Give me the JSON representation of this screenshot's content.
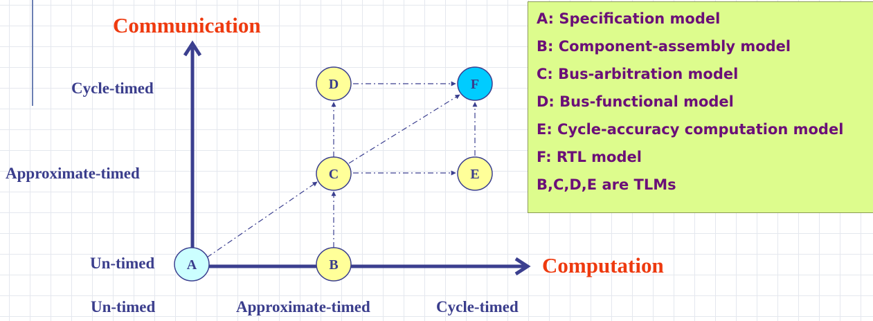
{
  "axes": {
    "y_title": "Communication",
    "x_title": "Computation",
    "y_ticks": [
      "Cycle-timed",
      "Approximate-timed",
      "Un-timed"
    ],
    "x_ticks": [
      "Un-timed",
      "Approximate-timed",
      "Cycle-timed"
    ]
  },
  "nodes": {
    "A": "A",
    "B": "B",
    "C": "C",
    "D": "D",
    "E": "E",
    "F": "F"
  },
  "legend": {
    "items": [
      "A: Specification model",
      "B: Component-assembly model",
      "C: Bus-arbitration model",
      "D: Bus-functional model",
      "E: Cycle-accuracy computation model",
      "F: RTL model",
      "B,C,D,E are TLMs"
    ]
  },
  "colors": {
    "axis": "#3b3f8f",
    "axis_title": "#ee3a0f",
    "node_yellow": "#ffff99",
    "node_cyan": "#00ccff",
    "node_light_cyan": "#ccffff",
    "legend_bg": "#ddfc8d",
    "legend_text": "#6b0f78"
  }
}
